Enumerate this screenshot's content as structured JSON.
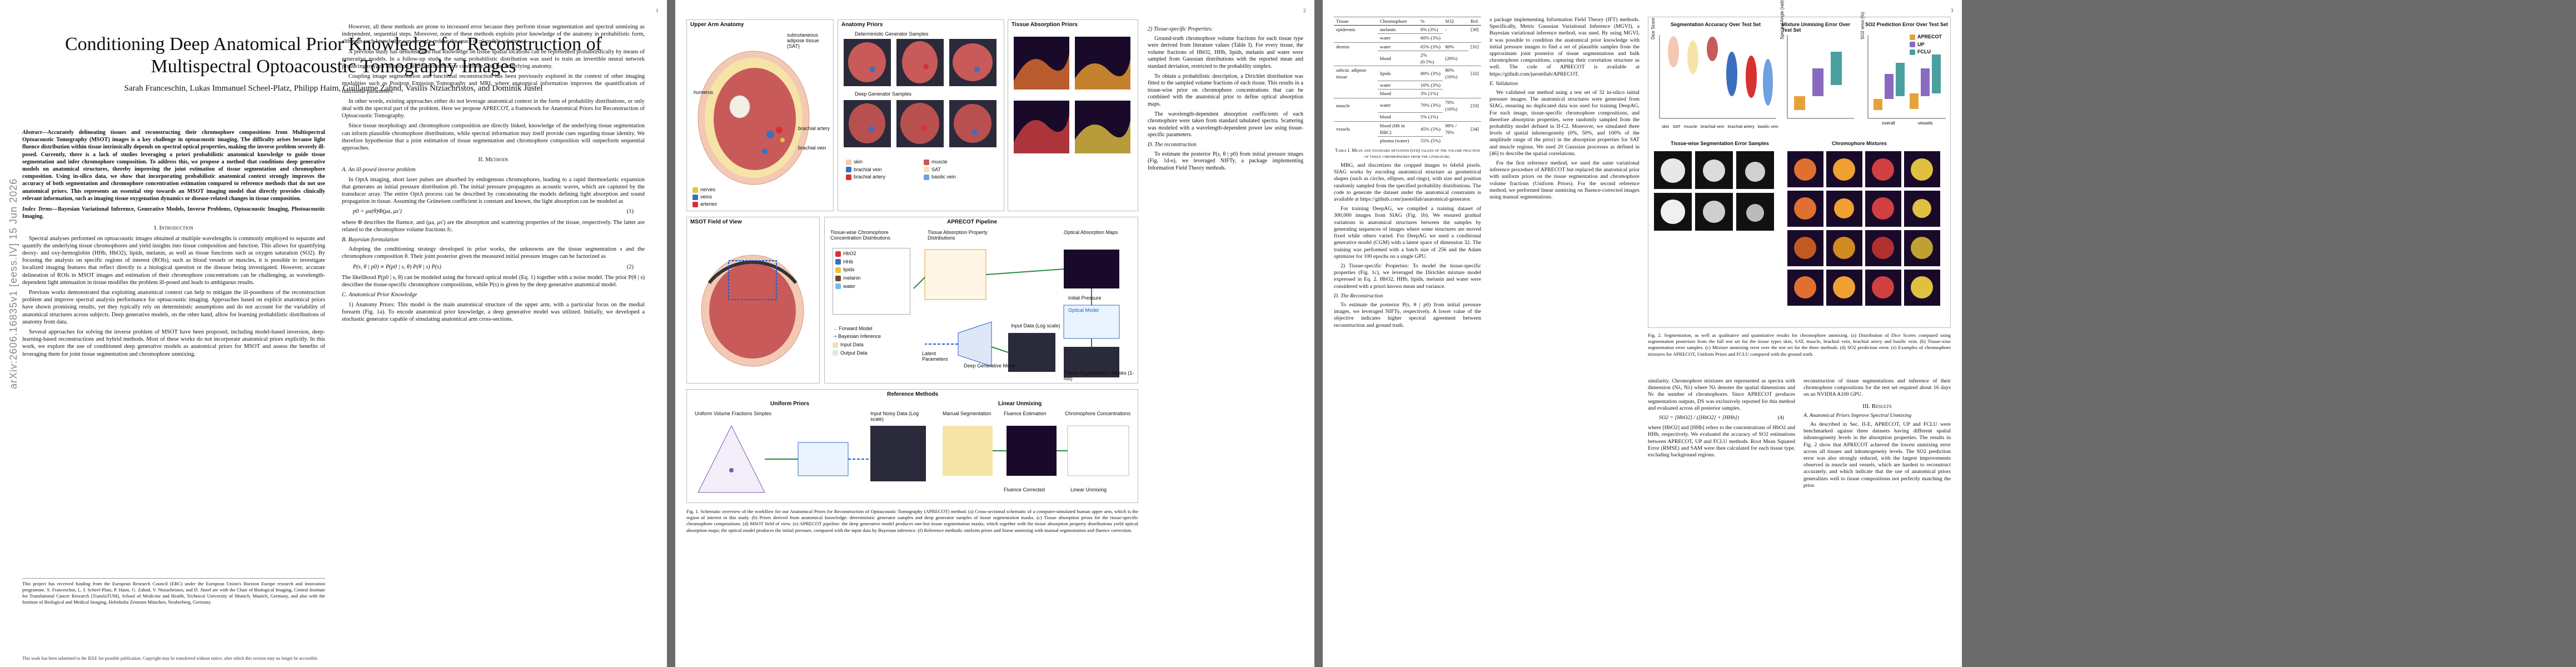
{
  "page1": {
    "page_number": "1",
    "arxiv_stamp": "arXiv:2606.16835v1 [eess.IV] 15 Jun 2026",
    "title": "Conditioning Deep Anatomical Prior Knowledge for Reconstruction of Multispectral Optoacoustic Tomography Images",
    "authors": "Sarah Franceschin, Lukas Immanuel Scheel-Platz, Philipp Haim, Guillaume Zahnd, Vasilis Ntziachristos, and Dominik Jüstel",
    "abstract_label": "Abstract",
    "abstract": "—Accurately delineating tissues and reconstructing their chromophore compositions from Multispectral Optoacoustic Tomography (MSOT) images is a key challenge in optoacoustic imaging. The difficulty arises because light fluence distribution within tissue intrinsically depends on spectral optical properties, making the inverse problem severely ill-posed. Currently, there is a lack of studies leveraging a priori probabilistic anatomical knowledge to guide tissue segmentation and infer chromophore composition. To address this, we propose a method that conditions deep generative models on anatomical structures, thereby improving the joint estimation of tissue segmentation and chromophore composition. Using in-silico data, we show that incorporating probabilistic anatomical context strongly improves the accuracy of both segmentation and chromophore concentration estimation compared to reference methods that do not use anatomical priors. This represents an essential step towards an MSOT imaging model that directly provides clinically relevant information, such as imaging tissue oxygenation dynamics or disease-related changes in tissue composition.",
    "index_terms_label": "Index Terms",
    "index_terms": "—Bayesian Variational Inference, Generative Models, Inverse Problems, Optoacoustic Imaging, Photoacoustic Imaging.",
    "sec1_title": "I. Introduction",
    "sec1_p1": "Spectral analyses performed on optoacoustic images obtained at multiple wavelengths is commonly employed to separate and quantify the underlying tissue chromophores and yield insights into tissue composition and function. This allows for quantifying deoxy- and oxy-hemoglobin (HHb, HbO2), lipids, melanin, as well as tissue functions such as oxygen saturation (SO2). By focusing the analysis on specific regions of interest (ROIs), such as blood vessels or muscles, it is possible to investigate localized imaging features that reflect directly to a biological question or the disease being investigated. However, accurate delineation of ROIs in MSOT images and estimation of their chromophore concentrations can be challenging, as wavelength-dependent light attenuation in tissue modifies the problem ill-posed and leads to ambiguous results.",
    "sec1_p2": "Previous works demonstrated that exploiting anatomical context can help to mitigate the ill-posedness of the reconstruction problem and improve spectral analysis performance for optoacoustic imaging. Approaches based on explicit anatomical priors have shown promising results, yet they typically rely on deterministic assumptions and do not account for the variability of anatomical structures across subjects. Deep generative models, on the other hand, allow for learning probabilistic distributions of anatomy from data.",
    "sec1_p3": "Several approaches for solving the inverse problem of MSOT have been proposed, including model-based inversion, deep-learning-based reconstructions and hybrid methods. Most of these works do not incorporate anatomical priors explicitly. In this work, we explore the use of conditioned deep generative models as anatomical priors for MSOT and assess the benefits of leveraging them for joint tissue segmentation and chromophore unmixing.",
    "footnote": "This project has received funding from the European Research Council (ERC) under the European Union's Horizon Europe research and innovation programme. S. Franceschin, L. I. Scheel-Platz, P. Haim, G. Zahnd, V. Ntziachristos, and D. Jüstel are with the Chair of Biological Imaging, Central Institute for Translational Cancer Research (TranslaTUM), School of Medicine and Health, Technical University of Munich, Munich, Germany, and also with the Institute of Biological and Medical Imaging, Helmholtz Zentrum München, Neuherberg, Germany.",
    "copyright": "This work has been submitted to the IEEE for possible publication. Copyright may be transferred without notice, after which this version may no longer be accessible."
  },
  "page1_col2": {
    "p1": "However, all these methods are prone to increased error because they perform tissue segmentation and spectral unmixing as independent, sequential steps. Moreover, none of these methods exploits prior knowledge of the anatomy in probabilistic form, although such knowledge can strongly reduce the space of plausible solutions.",
    "p2": "A previous study has demonstrated that knowledge on tissue spatial locations can be represented probabilistically by means of generative models. In a follow-up study, the same probabilistic distribution was used to train an invertible neural network producing oxygen saturation distributions that are consistent with the underlying anatomy.",
    "p3": "Coupling image segmentation and functional reconstruction has been previously explored in the context of other imaging modalities such as Positron Emission Tomography and MRI, where anatomical information improves the quantification of functional parameters.",
    "p4": "In other words, existing approaches either do not leverage anatomical context in the form of probability distributions, or only deal with the spectral part of the problem. Here we propose APRECOT, a framework for Anatomical Priors for Reconstruction of Optoacoustic Tomography.",
    "p5": "Since tissue morphology and chromophore composition are directly linked, knowledge of the underlying tissue segmentation can inform plausible chromophore distributions, while spectral information may itself provide cues regarding tissue identity. We therefore hypothesize that a joint estimation of tissue segmentation and chromophore composition will outperform sequential approaches.",
    "sec2_title": "II. Methods",
    "sub_a": "A. An ill-posed inverse problem",
    "a_p1": "In OptA imaging, short laser pulses are absorbed by endogenous chromophores, leading to a rapid thermoelastic expansion that generates an initial pressure distribution p0. The initial pressure propagates as acoustic waves, which are captured by the transducer array. The entire OptA process can be described by concatenating the models defining light absorption and sound propagation in tissue. Assuming the Grüneisen coefficient is constant and known, the light absorption can be modeled as",
    "eq1": "p0 = μa(θ)Φ(μa, μs')",
    "eq1_num": "(1)",
    "a_p2": "where Φ describes the fluence, and (μa, μs') are the absorption and scattering properties of the tissue, respectively. The latter are related to the chromophore volume fractions fc.",
    "sub_b": "B. Bayesian formulation",
    "b_p1": "Adopting the conditioning strategy developed in prior works, the unknowns are the tissue segmentation s and the chromophore composition θ. Their joint posterior given the measured initial pressure images can be factorized as",
    "eq2": "P(s, θ | p0) ∝ P(p0 | s, θ) P(θ | s) P(s)",
    "eq2_num": "(2)",
    "b_p2": "The likelihood P(p0 | s, θ) can be modeled using the forward optical model (Eq. 1) together with a noise model. The prior P(θ | s) describes the tissue-specific chromophore compositions, while P(s) is given by the deep generative anatomical model.",
    "sub_c": "C. Anatomical Prior Knowledge",
    "c_p1": "1) Anatomy Priors: This model is the main anatomical structure of the upper arm, with a particular focus on the medial forearm (Fig. 1a). To encode anatomical prior knowledge, a deep generative model was utilized. Initially, we developed a stochastic generator capable of simulating anatomical arm cross-sections."
  },
  "fig1": {
    "panel_a": "Upper Arm Anatomy",
    "panel_a_labels": [
      "subcutaneous adipose tissue (SAT)",
      "humerus",
      "brachial artery",
      "brachial vein",
      "nerves",
      "veins",
      "arteries"
    ],
    "panel_b": "Anatomy Priors",
    "panel_b_sub1": "Deterministic Generator Samples",
    "panel_b_sub2": "Deep Generator Samples",
    "panel_b_legend": [
      "skin",
      "muscle",
      "brachial vein",
      "SAT",
      "brachial artery",
      "basilic vein"
    ],
    "panel_c": "Tissue Absorption Priors",
    "panel_d": "MSOT Field of View",
    "panel_e": "APRECOT Pipeline",
    "panel_e_labels": [
      "Tissue-wise Chromophore Concentration Distributions",
      "Tissue Absorption Property Distributions",
      "Optical Absorption Maps",
      "Optical Model",
      "Initial Pressure",
      "Input Data (Log scale)",
      "Latent Parameters",
      "Deep Generative Model",
      "Tissue Segmentation Masks (1-hot)"
    ],
    "chromophores": [
      "HbO2",
      "HHb",
      "lipids",
      "melanin",
      "water"
    ],
    "legend_items": [
      "Forward Model",
      "Bayesian Inference",
      "Input Data",
      "Output Data"
    ],
    "panel_f": "Reference Methods",
    "panel_f_sub1": "Uniform Priors",
    "panel_f_sub2": "Linear Unmixing",
    "panel_f_labels": [
      "Uniform Volume Fractions Simplex",
      "Input Noisy Data (Log scale)",
      "Manual Segmentation",
      "Fluence Estimation",
      "Chromophore Concentrations",
      "Fluence Corrected",
      "Linear Unmixing"
    ],
    "caption": "Fig. 1. Schematic overview of the workflow for our Anatomical Priors for Reconstruction of Optoacoustic Tomography (APRECOT) method. (a) Cross-sectional schematic of a computer-simulated human upper arm, which is the region of interest in this study. (b) Priors derived from anatomical knowledge: deterministic generator samples and deep generator samples of tissue segmentation masks. (c) Tissue absorption priors for the tissue-specific chromophore compositions. (d) MSOT field of view. (e) APRECOT pipeline: the deep generative model produces one-hot tissue segmentation masks, which together with the tissue absorption property distributions yield optical absorption maps; the optical model produces the initial pressure, compared with the input data by Bayesian inference. (f) Reference methods: uniform priors and linear unmixing with manual segmentation and fluence correction."
  },
  "page2": {
    "page_number": "2",
    "col2_sub": "2) Tissue-specific Properties:",
    "col2_p1": "Ground-truth chromophore volume fractions for each tissue type were derived from literature values (Table I). For every tissue, the volume fractions of HbO2, HHb, lipids, melanin and water were sampled from Gaussian distributions with the reported mean and standard deviation, restricted to the probability simplex.",
    "col2_p2": "To obtain a probabilistic description, a Dirichlet distribution was fitted to the sampled volume fractions of each tissue. This results in a tissue-wise prior on chromophore concentrations that can be combined with the anatomical prior to define optical absorption maps.",
    "col2_p3": "The wavelength-dependent absorption coefficients of each chromophore were taken from standard tabulated spectra. Scattering was modeled with a wavelength-dependent power law using tissue-specific parameters.",
    "col2_sub_d": "D. The reconstruction",
    "col2_p4": "To estimate the posterior P(s, θ | p0) from initial pressure images (Fig. 1d-e), we leveraged NIFTy, a package implementing Information Field Theory methods."
  },
  "page3": {
    "page_number": "3",
    "table_caption": "Table I. Mean and standard deviation (std) values of the volume fraction of tissue chromophores from the literature.",
    "table_headers": [
      "Tissue",
      "Chromophore",
      "%",
      "SO2",
      "Ref."
    ],
    "table_rows": [
      [
        "epidermis",
        "melanin",
        "0% (3%)",
        "-",
        "[30]"
      ],
      [
        "",
        "water",
        "60% (3%)",
        "",
        ""
      ],
      [
        "dermis",
        "water",
        "65% (3%)",
        "80%",
        "[31]"
      ],
      [
        "",
        "blood",
        "2% (0.5%)",
        "(20%)",
        ""
      ],
      [
        "subcut. adipose tissue",
        "lipids",
        "80% (3%)",
        "80% (10%)",
        "[32]"
      ],
      [
        "",
        "water",
        "10% (3%)",
        "",
        ""
      ],
      [
        "",
        "blood",
        "3% (1%)",
        "",
        ""
      ],
      [
        "muscle",
        "water",
        "70% (3%)",
        "70% (10%)",
        "[33]"
      ],
      [
        "",
        "blood",
        "5% (1%)",
        "",
        ""
      ],
      [
        "vessels",
        "blood (Hb in RBC)",
        "45% (5%)",
        "98% / 70%",
        "[34]"
      ],
      [
        "",
        "plasma (water)",
        "55% (5%)",
        "",
        ""
      ]
    ],
    "col1_p1": "MBG, and discretizes the cropped images to 64x64 pixels. SIAG works by encoding anatomical structure as geometrical shapes (such as circles, ellipses, and rings), with size and position randomly sampled from the specified probability distributions. The code to generate the dataset under the anatomical constraints is available at https://github.com/juestellab/anatomical-generator.",
    "col1_p2": "For training DeepAG, we compiled a training dataset of 300,000 images from SIAG (Fig. 1b). We ensured gradual variations in anatomical structures between the samples by generating sequences of images where some structures are moved fixed while others varied. For DeepAG we used a conditional generative model (CGM) with a latent space of dimension 32. The training was performed with a batch size of 256 and the Adam optimizer for 100 epochs on a single GPU.",
    "col1_p3": "2) Tissue-specific Properties: To model the tissue-specific properties (Fig. 1c), we leveraged the Dirichlet mixture model expressed in Eq. 2. HbO2, HHb, lipids, melanin and water were considered with a priori known mean and variance.",
    "col1_sub_d": "D. The Reconstruction",
    "col1_p4": "To estimate the posterior P(s, θ | p0) from initial pressure images, we leveraged NIFTy, respectively. A lower value of the objective indicates higher spectral agreement between reconstruction and ground truth.",
    "col2_p1": "a package implementing Information Field Theory (IFT) methods. Specifically, Metric Gaussian Variational Inference (MGVI), a Bayesian variational inference method, was used. By using MGVI, it was possible to condition the anatomical prior knowledge with initial pressure images to find a set of plausible samples from the approximate joint posterior of tissue segmentations and bulk chromophore compositions, capturing their correlation structure as well. The code of APRECOT is available at https://github.com/juestellab/APRECOT.",
    "col2_sub_e": "E. Validation",
    "col2_p2": "We validated our method using a test set of 32 in-silico initial pressure images. The anatomical structures were generated from SIAG, ensuring no duplicated data was used for training DeepAG. For each image, tissue-specific chromophore compositions, and therefore absorption properties, were randomly sampled from the probability model defined in II-C2. Moreover, we simulated three levels of spatial inhomogeneity (0%, 50%, and 100% of the amplitude range of the prior) in the absorption properties for SAT and muscle regions. We used 20 Gaussian processes as defined in [46] to describe the spatial correlations.",
    "col2_p3": "For the first reference method, we used the same variational inference procedure of APRECOT but replaced the anatomical prior with uniform priors on the tissue segmentation and chromophore volume fractions (Uniform Priors). For the second reference method, we performed linear unmixing on fluence-corrected images using manual segmentations.",
    "fig2_caption": "Fig. 2. Segmentation, as well as qualitative and quantitative results for chromophore unmixing. (a) Distribution of Dice Scores computed using segmentation posteriors from the full test set for the tissue types skin, SAT, muscle, brachial vein, brachial artery and basilic vein. (b) Tissue-wise segmentation error samples. (c) Mixture unmixing error over the test set for the three methods. (d) SO2 prediction error. (e) Examples of chromophore mixtures for APRECOT, Uniform Priors and FCLU compared with the ground truth.",
    "fig2_titles": [
      "Segmentation Accuracy Over Test Set",
      "Mixture Unmixing Error Over Test Set",
      "SO2 Prediction Error Over Test Set"
    ],
    "fig2_legend": [
      "APRECOT",
      "UP",
      "FCLU"
    ],
    "fig2_tissues": [
      "skin",
      "SAT",
      "muscle",
      "brachial vein",
      "brachial artery",
      "basilic vein"
    ],
    "fig2_sub_titles": [
      "Tissue-wise Segmentation Error Samples",
      "Chromophore Mixtures"
    ],
    "fig2_axis_dice": "Dice Score",
    "fig2_axis_sam": "Spectral Angle (rad)",
    "fig2_axis_so2": "SO2 error (%)",
    "fig2_overall": [
      "overall",
      "vessels"
    ],
    "col3_p1": "similarity. Chromophore mixtures are represented as spectra with dimension (Nλ, Nλ) where Nλ denotes the spatial dimensions and Nc the number of chromophores. Since APRECOT produces segmentation outputs, DS was exclusively reported for this method and evaluated across all posterior samples.",
    "eq3": "SO2 = [HbO2] / ([HbO2] + [HHb])",
    "eq3_num": "(4)",
    "col3_p2": "where [HbO2] and [HHb] refers to the concentrations of HbO2 and HHb, respectively. We evaluated the accuracy of SO2 estimations between APRECOT, UP and FCLU methods. Root Mean Squared Error (RMSE) and SAM were then calculated for each tissue type, excluding background regions.",
    "col4_sec": "III. Results",
    "col4_p1": "reconstruction of tissue segmentations and inference of their chromophore compositions for the test set required about 16 days on an NVIDIA A100 GPU.",
    "col4_sub": "A. Anatomical Priors Improve Spectral Unmixing",
    "col4_p2": "As described in Sec. II-E, APRECOT, UP and FCLU were benchmarked against three datasets having different spatial inhomogeneity levels in the absorption properties. The results in Fig. 2 show that APRECOT achieved the lowest unmixing error across all tissues and inhomogeneity levels. The SO2 prediction error was also strongly reduced, with the largest improvements observed in muscle and vessels, which are hardest to reconstruct accurately, and which indicate that the use of anatomical priors generalizes well to tissue compositions not perfectly matching the prior."
  }
}
